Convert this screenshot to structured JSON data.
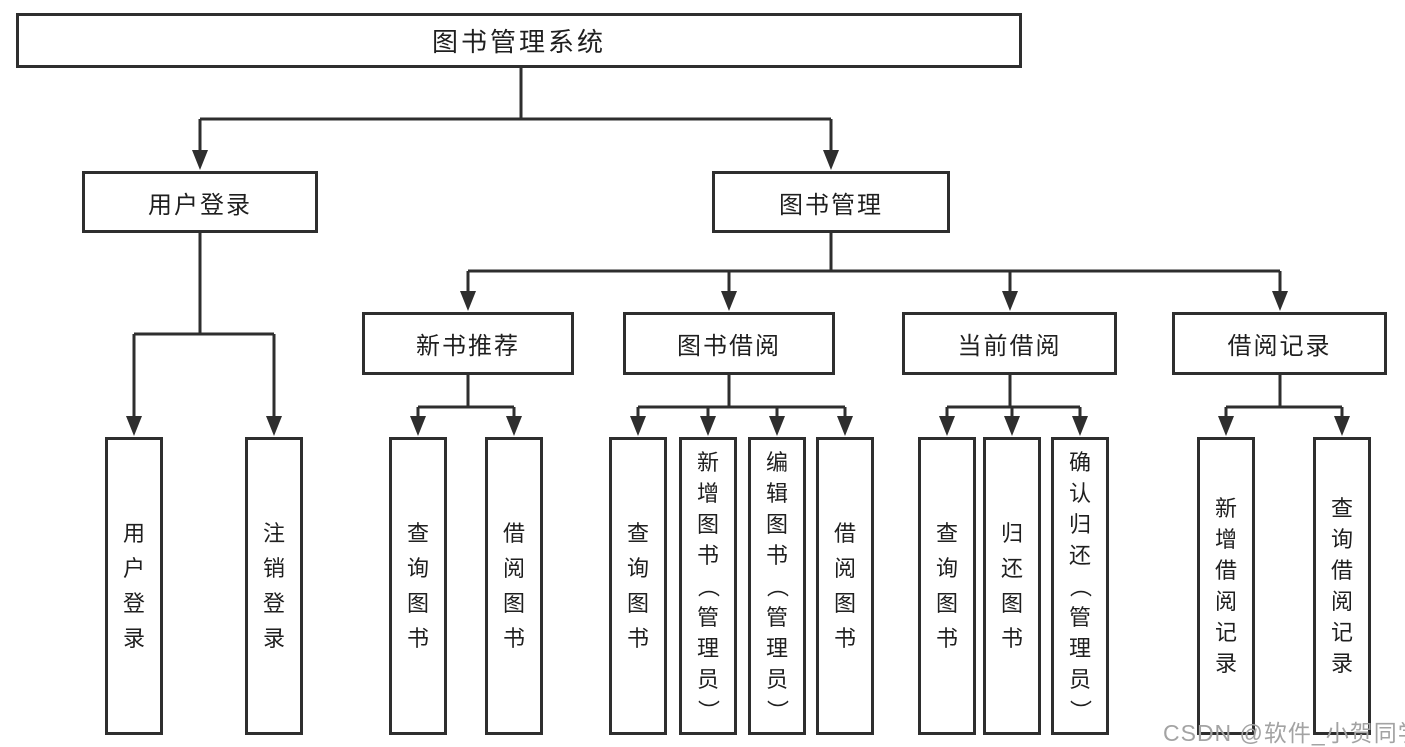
{
  "tree": {
    "label": "图书管理系统",
    "children": [
      {
        "label": "用户登录",
        "children": [
          {
            "label": "用户登录"
          },
          {
            "label": "注销登录"
          }
        ]
      },
      {
        "label": "图书管理",
        "children": [
          {
            "label": "新书推荐",
            "children": [
              {
                "label": "查询图书"
              },
              {
                "label": "借阅图书"
              }
            ]
          },
          {
            "label": "图书借阅",
            "children": [
              {
                "label": "查询图书"
              },
              {
                "label": "新增图书（管理员）"
              },
              {
                "label": "编辑图书（管理员）"
              },
              {
                "label": "借阅图书"
              }
            ]
          },
          {
            "label": "当前借阅",
            "children": [
              {
                "label": "查询图书"
              },
              {
                "label": "归还图书"
              },
              {
                "label": "确认归还（管理员）"
              }
            ]
          },
          {
            "label": "借阅记录",
            "children": [
              {
                "label": "新增借阅记录"
              },
              {
                "label": "查询借阅记录"
              }
            ]
          }
        ]
      }
    ]
  },
  "watermark": "CSDN @软件_小贺同学",
  "colors": {
    "line": "#2e2e2e",
    "arrow": "#2e2e2e",
    "text": "#1f1f1f",
    "watermark": "#a3a3a3",
    "background": "#ffffff"
  }
}
